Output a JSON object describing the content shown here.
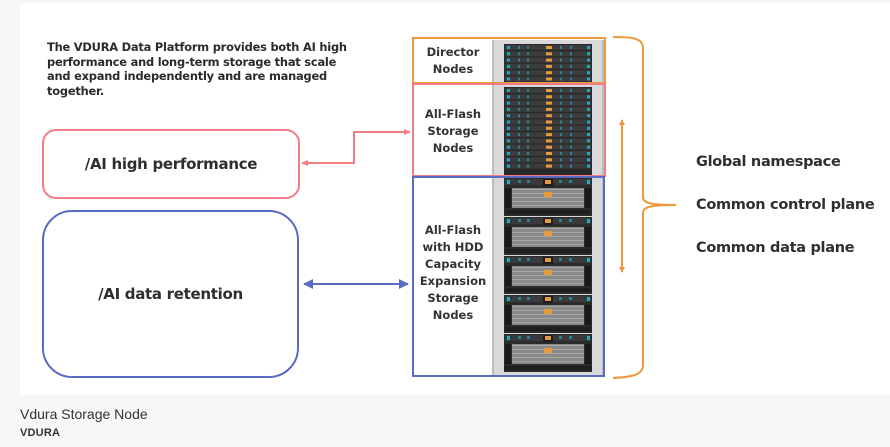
{
  "figure": {
    "intro_text": "The VDURA Data Platform provides both AI high performance and long-term storage that scale and expand independently and are managed together.",
    "use_cases": [
      {
        "label": "/AI high performance",
        "color": "#f07c86"
      },
      {
        "label": "/AI data retention",
        "color": "#5b6bc4"
      }
    ],
    "tiers": [
      {
        "label_lines": [
          "Director",
          "Nodes"
        ],
        "color": "#ec9a3c"
      },
      {
        "label_lines": [
          "All-Flash",
          "Storage",
          "Nodes"
        ],
        "color": "#f07c86"
      },
      {
        "label_lines": [
          "All-Flash",
          "with HDD",
          "Capacity",
          "Expansion",
          "Storage",
          "Nodes"
        ],
        "color": "#5b6bc4"
      }
    ],
    "benefits": [
      "Global namespace",
      "Common control plane",
      "Common data plane"
    ],
    "bracket_color": "#ec9a3c"
  },
  "caption": {
    "title": "Vdura Storage Node",
    "credit": "VDURA"
  }
}
